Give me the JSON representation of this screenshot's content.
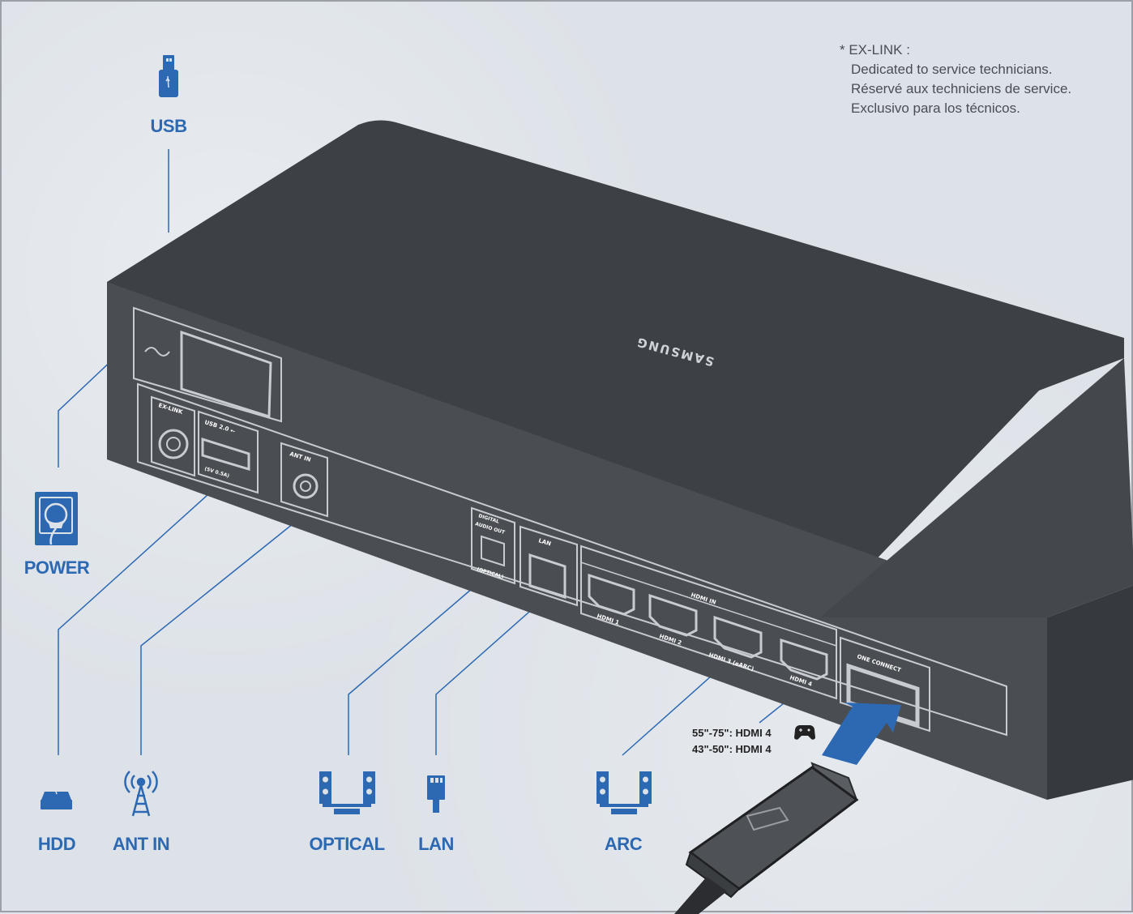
{
  "note": {
    "title": "* EX-LINK :",
    "lines": [
      "Dedicated to service technicians.",
      "Réservé aux techniciens de service.",
      "Exclusivo para los técnicos."
    ]
  },
  "brand": "SAMSUNG",
  "labels": {
    "usb": "USB",
    "power": "POWER",
    "hdd": "HDD",
    "ant_in": "ANT IN",
    "optical": "OPTICAL",
    "lan": "LAN",
    "arc": "ARC"
  },
  "ports": {
    "ex_link": "EX-LINK",
    "usb": "USB 2.0 ⭠",
    "usb_sub": "(5V 0.5A)",
    "ant_in": "ANT IN",
    "digital_audio_1": "DIGITAL",
    "digital_audio_2": "AUDIO OUT",
    "digital_audio_3": "(OPTICAL)",
    "lan": "LAN",
    "hdmi_in": "HDMI IN",
    "hdmi1": "HDMI 1",
    "hdmi2": "HDMI 2",
    "hdmi3": "HDMI 3 (eARC)",
    "hdmi4": "HDMI 4",
    "one_connect": "ONE CONNECT"
  },
  "hdmi_note": {
    "line1": "55\"-75\": HDMI 4",
    "line2": "43\"-50\": HDMI 4"
  },
  "colors": {
    "accent": "#2d69b3",
    "box": "#4a4e52",
    "box_dark": "#3a3d41"
  }
}
